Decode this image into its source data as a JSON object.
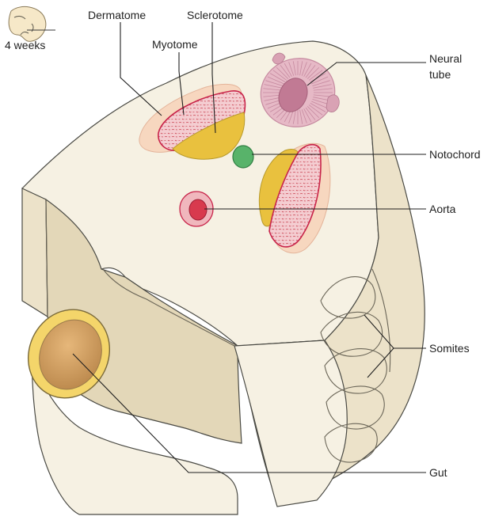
{
  "age_label": "4 weeks",
  "labels": {
    "dermatome": "Dermatome",
    "sclerotome": "Sclerotome",
    "myotome": "Myotome",
    "neural_tube_line1": "Neural",
    "neural_tube_line2": "tube",
    "notochord": "Notochord",
    "aorta": "Aorta",
    "somites": "Somites",
    "gut": "Gut"
  },
  "colors": {
    "body": "#f6f1e3",
    "dermatome": "#f7d7bf",
    "myotome": "#f2c7cb",
    "myotome_border": "#c8244a",
    "sclerotome": "#e9c13e",
    "neural_tube": "#e6b9c6",
    "notochord": "#58b36a",
    "aorta": "#d83a4e",
    "gut": "#c9954e",
    "gut_ring": "#f4d56a"
  }
}
